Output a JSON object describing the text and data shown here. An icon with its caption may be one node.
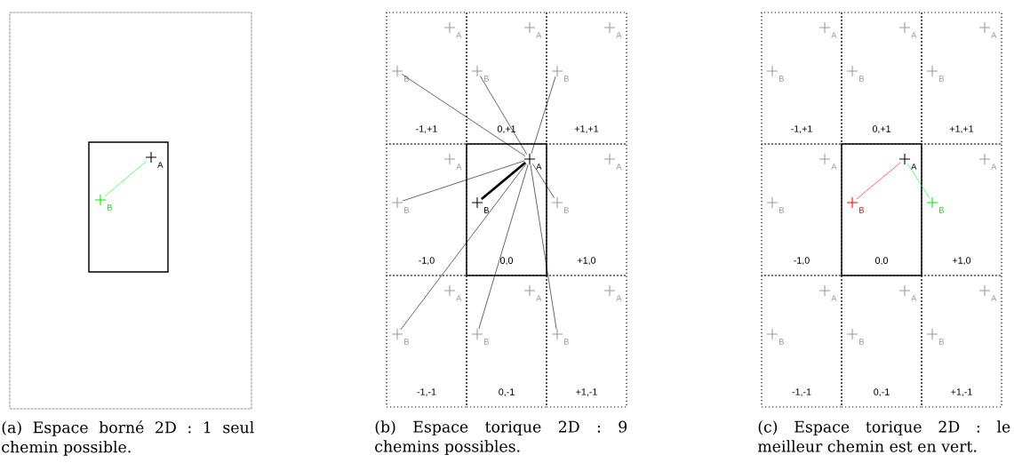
{
  "diagram": {
    "nodes": [
      {
        "text": [],
        "shape": "box"
      },
      {
        "text": [],
        "shape": "box",
        "in": 0
      },
      {
        "text": [
          "A"
        ],
        "in": 1
      },
      {
        "text": [
          "B"
        ],
        "in": 1
      },
      {
        "text": [
          "-1,+1"
        ]
      },
      {
        "text": [
          "A"
        ],
        "in": 4
      },
      {
        "text": [
          "B"
        ],
        "in": 4
      },
      {
        "text": [
          "0,+1"
        ]
      },
      {
        "text": [
          "A"
        ],
        "in": 7
      },
      {
        "text": [
          "B"
        ],
        "in": 7
      },
      {
        "text": [
          "+1,+1"
        ]
      },
      {
        "text": [
          "A"
        ],
        "in": 10
      },
      {
        "text": [
          "B"
        ],
        "in": 10
      },
      {
        "text": [
          "-1,0"
        ]
      },
      {
        "text": [
          "A"
        ],
        "in": 13
      },
      {
        "text": [
          "B"
        ],
        "in": 13
      },
      {
        "text": [
          "0,0"
        ]
      },
      {
        "text": [
          "A"
        ],
        "in": 16
      },
      {
        "text": [
          "B"
        ],
        "in": 16
      },
      {
        "text": [
          "+1,0"
        ]
      },
      {
        "text": [
          "A"
        ],
        "in": 19
      },
      {
        "text": [
          "B"
        ],
        "in": 19
      },
      {
        "text": [
          "-1,-1"
        ]
      },
      {
        "text": [
          "A"
        ],
        "in": 22
      },
      {
        "text": [
          "B"
        ],
        "in": 22
      },
      {
        "text": [
          "0,-1"
        ]
      },
      {
        "text": [
          "A"
        ],
        "in": 25
      },
      {
        "text": [
          "B"
        ],
        "in": 25
      },
      {
        "text": [
          "+1,-1"
        ]
      },
      {
        "text": [
          "A"
        ],
        "in": 28
      },
      {
        "text": [
          "B"
        ],
        "in": 28
      },
      {
        "text": [
          "-1,+1"
        ]
      },
      {
        "text": [
          "A"
        ],
        "in": 31
      },
      {
        "text": [
          "B"
        ],
        "in": 31
      },
      {
        "text": [
          "0,+1"
        ]
      },
      {
        "text": [
          "A"
        ],
        "in": 34
      },
      {
        "text": [
          "B"
        ],
        "in": 34
      },
      {
        "text": [
          "+1,+1"
        ]
      },
      {
        "text": [
          "A"
        ],
        "in": 37
      },
      {
        "text": [
          "B"
        ],
        "in": 37
      },
      {
        "text": [
          "-1,0"
        ]
      },
      {
        "text": [
          "A"
        ],
        "in": 40
      },
      {
        "text": [
          "B"
        ],
        "in": 40
      },
      {
        "text": [
          "0,0"
        ]
      },
      {
        "text": [
          "A"
        ],
        "in": 43
      },
      {
        "text": [
          "B"
        ],
        "in": 43
      },
      {
        "text": [
          "+1,0"
        ]
      },
      {
        "text": [
          "A"
        ],
        "in": 46
      },
      {
        "text": [
          "B"
        ],
        "in": 46
      },
      {
        "text": [
          "-1,-1"
        ]
      },
      {
        "text": [
          "A"
        ],
        "in": 49
      },
      {
        "text": [
          "B"
        ],
        "in": 49
      },
      {
        "text": [
          "0,-1"
        ]
      },
      {
        "text": [
          "A"
        ],
        "in": 52
      },
      {
        "text": [
          "B"
        ],
        "in": 52
      },
      {
        "text": [
          "+1,-1"
        ]
      },
      {
        "text": [
          "A"
        ],
        "in": 55
      },
      {
        "text": [
          "B"
        ],
        "in": 55
      }
    ],
    "edges": [
      {
        "from": 2,
        "to": 3,
        "arrow": "none",
        "color": "#00ff00"
      },
      {
        "from": 17,
        "to": 6,
        "arrow": "none"
      },
      {
        "from": 17,
        "to": 9,
        "arrow": "none"
      },
      {
        "from": 17,
        "to": 12,
        "arrow": "none"
      },
      {
        "from": 17,
        "to": 15,
        "arrow": "none"
      },
      {
        "from": 17,
        "to": 18,
        "arrow": "none",
        "style": "thick"
      },
      {
        "from": 17,
        "to": 21,
        "arrow": "none"
      },
      {
        "from": 17,
        "to": 24,
        "arrow": "none"
      },
      {
        "from": 17,
        "to": 27,
        "arrow": "none"
      },
      {
        "from": 17,
        "to": 30,
        "arrow": "none"
      },
      {
        "from": 44,
        "to": 45,
        "arrow": "none",
        "color": "#ff0000"
      },
      {
        "from": 44,
        "to": 48,
        "arrow": "none",
        "color": "#00ff00"
      }
    ],
    "labels": [
      "(a) Espace borné 2D : 1 seul chemin possible.",
      "(b) Espace torique 2D : 9 chemins possibles.",
      "(c) Espace torique 2D : le meilleur chemin est en vert."
    ]
  }
}
